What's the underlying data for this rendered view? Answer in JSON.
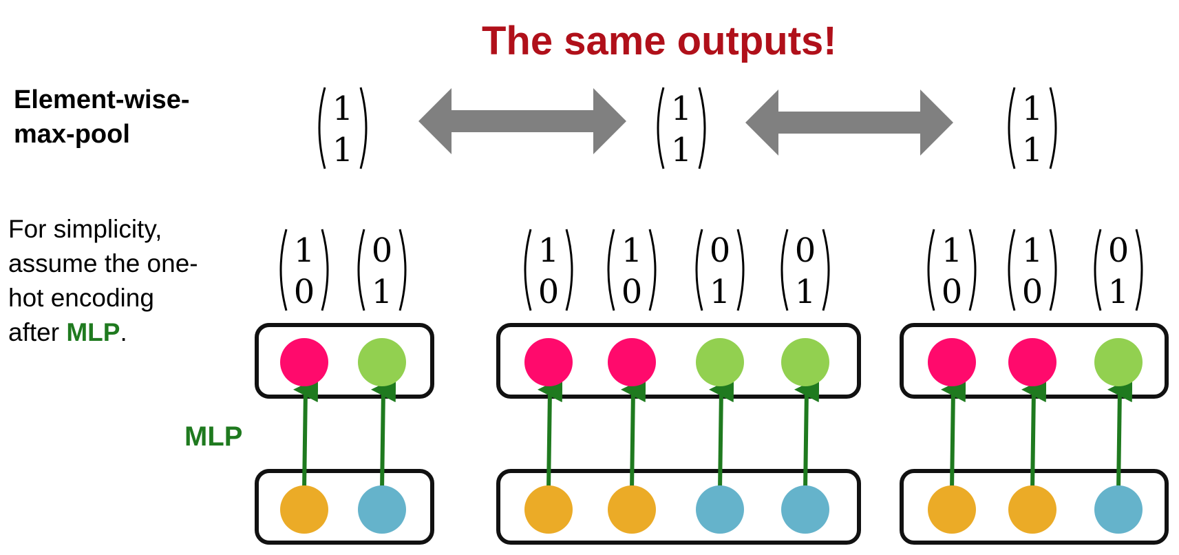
{
  "headline": "The same outputs!",
  "pool_label_lines": [
    "Element-wise-",
    "max-pool"
  ],
  "simplicity_text": {
    "lines": [
      "For simplicity,",
      "assume the one-",
      "hot encoding",
      "after "
    ],
    "mlp_word": "MLP",
    "tail": "."
  },
  "mlp_side_label": "MLP",
  "colors": {
    "magenta": "#ff0a6c",
    "light_green": "#92d050",
    "orange": "#ebab27",
    "blue": "#65b3cb",
    "arrow_green": "#1f7a1f",
    "gray_arrow": "#808080",
    "headline_red": "#b0101a"
  },
  "outputs": [
    {
      "top": "1",
      "bottom": "1"
    },
    {
      "top": "1",
      "bottom": "1"
    },
    {
      "top": "1",
      "bottom": "1"
    }
  ],
  "groups": [
    {
      "name": "group-1",
      "vectors": [
        {
          "top": "1",
          "bottom": "0"
        },
        {
          "top": "0",
          "bottom": "1"
        }
      ],
      "upper_colors": [
        "magenta",
        "light_green"
      ],
      "lower_colors": [
        "orange",
        "blue"
      ]
    },
    {
      "name": "group-2",
      "vectors": [
        {
          "top": "1",
          "bottom": "0"
        },
        {
          "top": "1",
          "bottom": "0"
        },
        {
          "top": "0",
          "bottom": "1"
        },
        {
          "top": "0",
          "bottom": "1"
        }
      ],
      "upper_colors": [
        "magenta",
        "magenta",
        "light_green",
        "light_green"
      ],
      "lower_colors": [
        "orange",
        "orange",
        "blue",
        "blue"
      ]
    },
    {
      "name": "group-3",
      "vectors": [
        {
          "top": "1",
          "bottom": "0"
        },
        {
          "top": "1",
          "bottom": "0"
        },
        {
          "top": "0",
          "bottom": "1"
        }
      ],
      "upper_colors": [
        "magenta",
        "magenta",
        "light_green"
      ],
      "lower_colors": [
        "orange",
        "orange",
        "blue"
      ]
    }
  ]
}
